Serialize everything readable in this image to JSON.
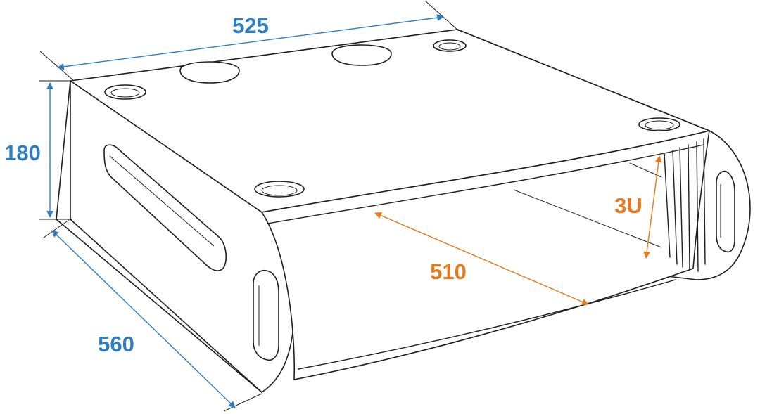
{
  "dimensions": {
    "width": "525",
    "height": "180",
    "depth": "560",
    "inner_depth": "510",
    "rack_units": "3U"
  },
  "colors": {
    "outer_dimension": "#2e7dc1",
    "inner_dimension": "#e8791c",
    "outline": "#1f1f1f"
  }
}
